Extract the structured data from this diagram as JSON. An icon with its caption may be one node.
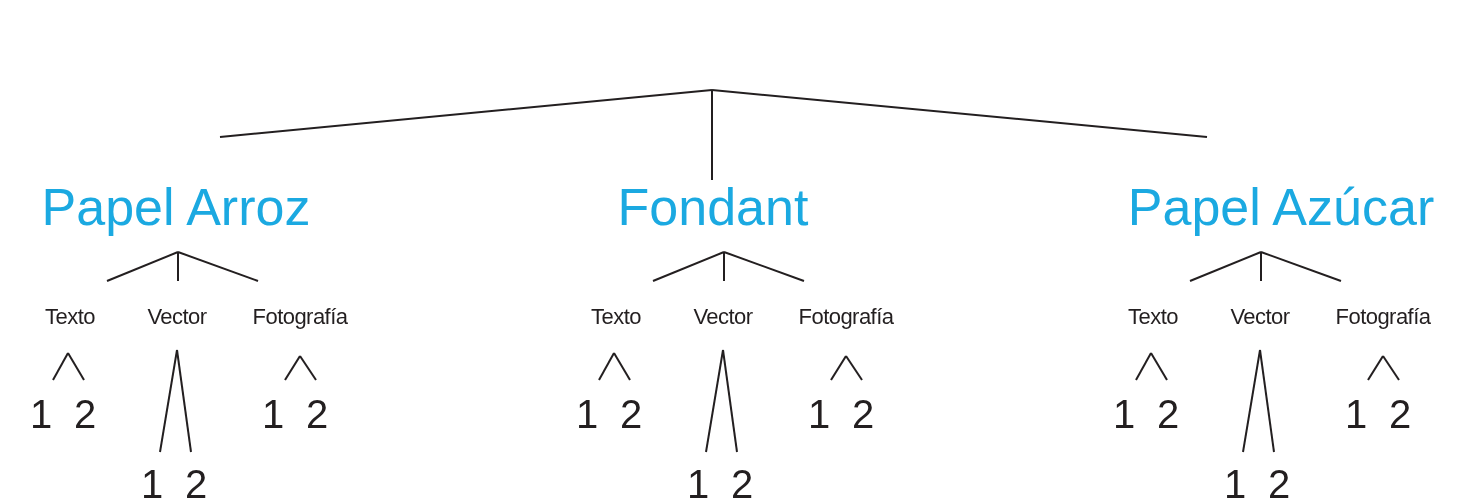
{
  "diagram": {
    "nodes": [
      {
        "text": [
          "Papel Arroz"
        ]
      },
      {
        "text": [
          "Fondant"
        ]
      },
      {
        "text": [
          "Papel Azúcar"
        ]
      },
      {
        "text": [
          "Texto"
        ]
      },
      {
        "text": [
          "Vector"
        ]
      },
      {
        "text": [
          "Fotografía"
        ]
      },
      {
        "text": [
          "1"
        ]
      },
      {
        "text": [
          "2"
        ]
      },
      {
        "text": [
          "1"
        ]
      },
      {
        "text": [
          "2"
        ]
      },
      {
        "text": [
          "1"
        ]
      },
      {
        "text": [
          "2"
        ]
      },
      {
        "text": [
          "Texto"
        ]
      },
      {
        "text": [
          "Vector"
        ]
      },
      {
        "text": [
          "Fotografía"
        ]
      },
      {
        "text": [
          "1"
        ]
      },
      {
        "text": [
          "2"
        ]
      },
      {
        "text": [
          "1"
        ]
      },
      {
        "text": [
          "2"
        ]
      },
      {
        "text": [
          "1"
        ]
      },
      {
        "text": [
          "2"
        ]
      },
      {
        "text": [
          "Texto"
        ]
      },
      {
        "text": [
          "Vector"
        ]
      },
      {
        "text": [
          "Fotografía"
        ]
      },
      {
        "text": [
          "1"
        ]
      },
      {
        "text": [
          "2"
        ]
      },
      {
        "text": [
          "1"
        ]
      },
      {
        "text": [
          "2"
        ]
      },
      {
        "text": [
          "1"
        ]
      },
      {
        "text": [
          "2"
        ]
      }
    ],
    "edges": [
      {
        "from": null,
        "to": 0,
        "arrow": "none"
      },
      {
        "from": null,
        "to": 1,
        "arrow": "none"
      },
      {
        "from": null,
        "to": 2,
        "arrow": "none"
      },
      {
        "from": 0,
        "to": 3,
        "arrow": "none"
      },
      {
        "from": 0,
        "to": 4,
        "arrow": "none"
      },
      {
        "from": 0,
        "to": 5,
        "arrow": "none"
      },
      {
        "from": 3,
        "to": 6,
        "arrow": "none"
      },
      {
        "from": 3,
        "to": 7,
        "arrow": "none"
      },
      {
        "from": 4,
        "to": 8,
        "arrow": "none"
      },
      {
        "from": 4,
        "to": 9,
        "arrow": "none"
      },
      {
        "from": 5,
        "to": 10,
        "arrow": "none"
      },
      {
        "from": 5,
        "to": 11,
        "arrow": "none"
      },
      {
        "from": 1,
        "to": 12,
        "arrow": "none"
      },
      {
        "from": 1,
        "to": 13,
        "arrow": "none"
      },
      {
        "from": 1,
        "to": 14,
        "arrow": "none"
      },
      {
        "from": 12,
        "to": 15,
        "arrow": "none"
      },
      {
        "from": 12,
        "to": 16,
        "arrow": "none"
      },
      {
        "from": 13,
        "to": 17,
        "arrow": "none"
      },
      {
        "from": 13,
        "to": 18,
        "arrow": "none"
      },
      {
        "from": 14,
        "to": 19,
        "arrow": "none"
      },
      {
        "from": 14,
        "to": 20,
        "arrow": "none"
      },
      {
        "from": 2,
        "to": 21,
        "arrow": "none"
      },
      {
        "from": 2,
        "to": 22,
        "arrow": "none"
      },
      {
        "from": 2,
        "to": 23,
        "arrow": "none"
      },
      {
        "from": 21,
        "to": 24,
        "arrow": "none"
      },
      {
        "from": 21,
        "to": 25,
        "arrow": "none"
      },
      {
        "from": 22,
        "to": 26,
        "arrow": "none"
      },
      {
        "from": 22,
        "to": 27,
        "arrow": "none"
      },
      {
        "from": 23,
        "to": 28,
        "arrow": "none"
      },
      {
        "from": 23,
        "to": 29,
        "arrow": "none"
      }
    ]
  }
}
